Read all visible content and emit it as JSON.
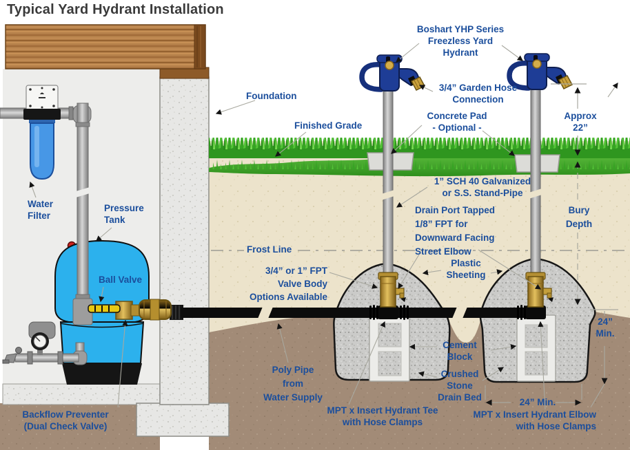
{
  "title": "Typical Yard Hydrant Installation",
  "palette": {
    "label_blue": "#1b4e9c",
    "title_gray": "#3a3a3a",
    "grass_green": "#36a423",
    "soil_tan": "#ece3cb",
    "soil_brown": "#a28b77",
    "gravel_gray": "#cbcbc9",
    "concrete_gray": "#e7e7e5",
    "hydrant_blue": "#1e3d96",
    "brass": "#c9a23c",
    "tank_blue": "#2cb1ed",
    "pipe_black": "#0d0d0d",
    "wood_brown": "#b5804a"
  },
  "house": {
    "foundation": "Foundation",
    "water_filter": "Water\nFilter",
    "pressure_tank": "Pressure\nTank",
    "ball_valve": "Ball Valve",
    "backflow_preventer": "Backflow Preventer\n(Dual Check Valve)"
  },
  "yard": {
    "finished_grade": "Finished Grade",
    "hydrant": "Boshart YHP Series\nFreezless Yard\nHydrant",
    "garden_hose": "3/4” Garden Hose\nConnection",
    "concrete_pad": "Concrete Pad\n- Optional -",
    "standpipe": "1” SCH 40 Galvanized\nor S.S. Stand-Pipe",
    "drain_port": "Drain Port Tapped\n1/8” FPT for\nDownward Facing\nStreet Elbow",
    "frost_line": "Frost Line",
    "valve_body": "3/4” or 1” FPT\nValve Body\nOptions Available",
    "plastic_sheeting": "Plastic\nSheeting",
    "poly_pipe": "Poly Pipe\nfrom\nWater Supply",
    "cement_block": "Cement\nBlock",
    "crushed_stone": "Crushed\nStone\nDrain Bed",
    "hydrant_tee": "MPT x Insert Hydrant Tee\nwith Hose Clamps",
    "hydrant_elbow": "MPT x Insert Hydrant Elbow\nwith Hose Clamps"
  },
  "dimensions": {
    "approx_height": "Approx\n22”",
    "bury_depth": "Bury\nDepth",
    "min_depth": "24”\nMin.",
    "min_width": "24” Min."
  }
}
